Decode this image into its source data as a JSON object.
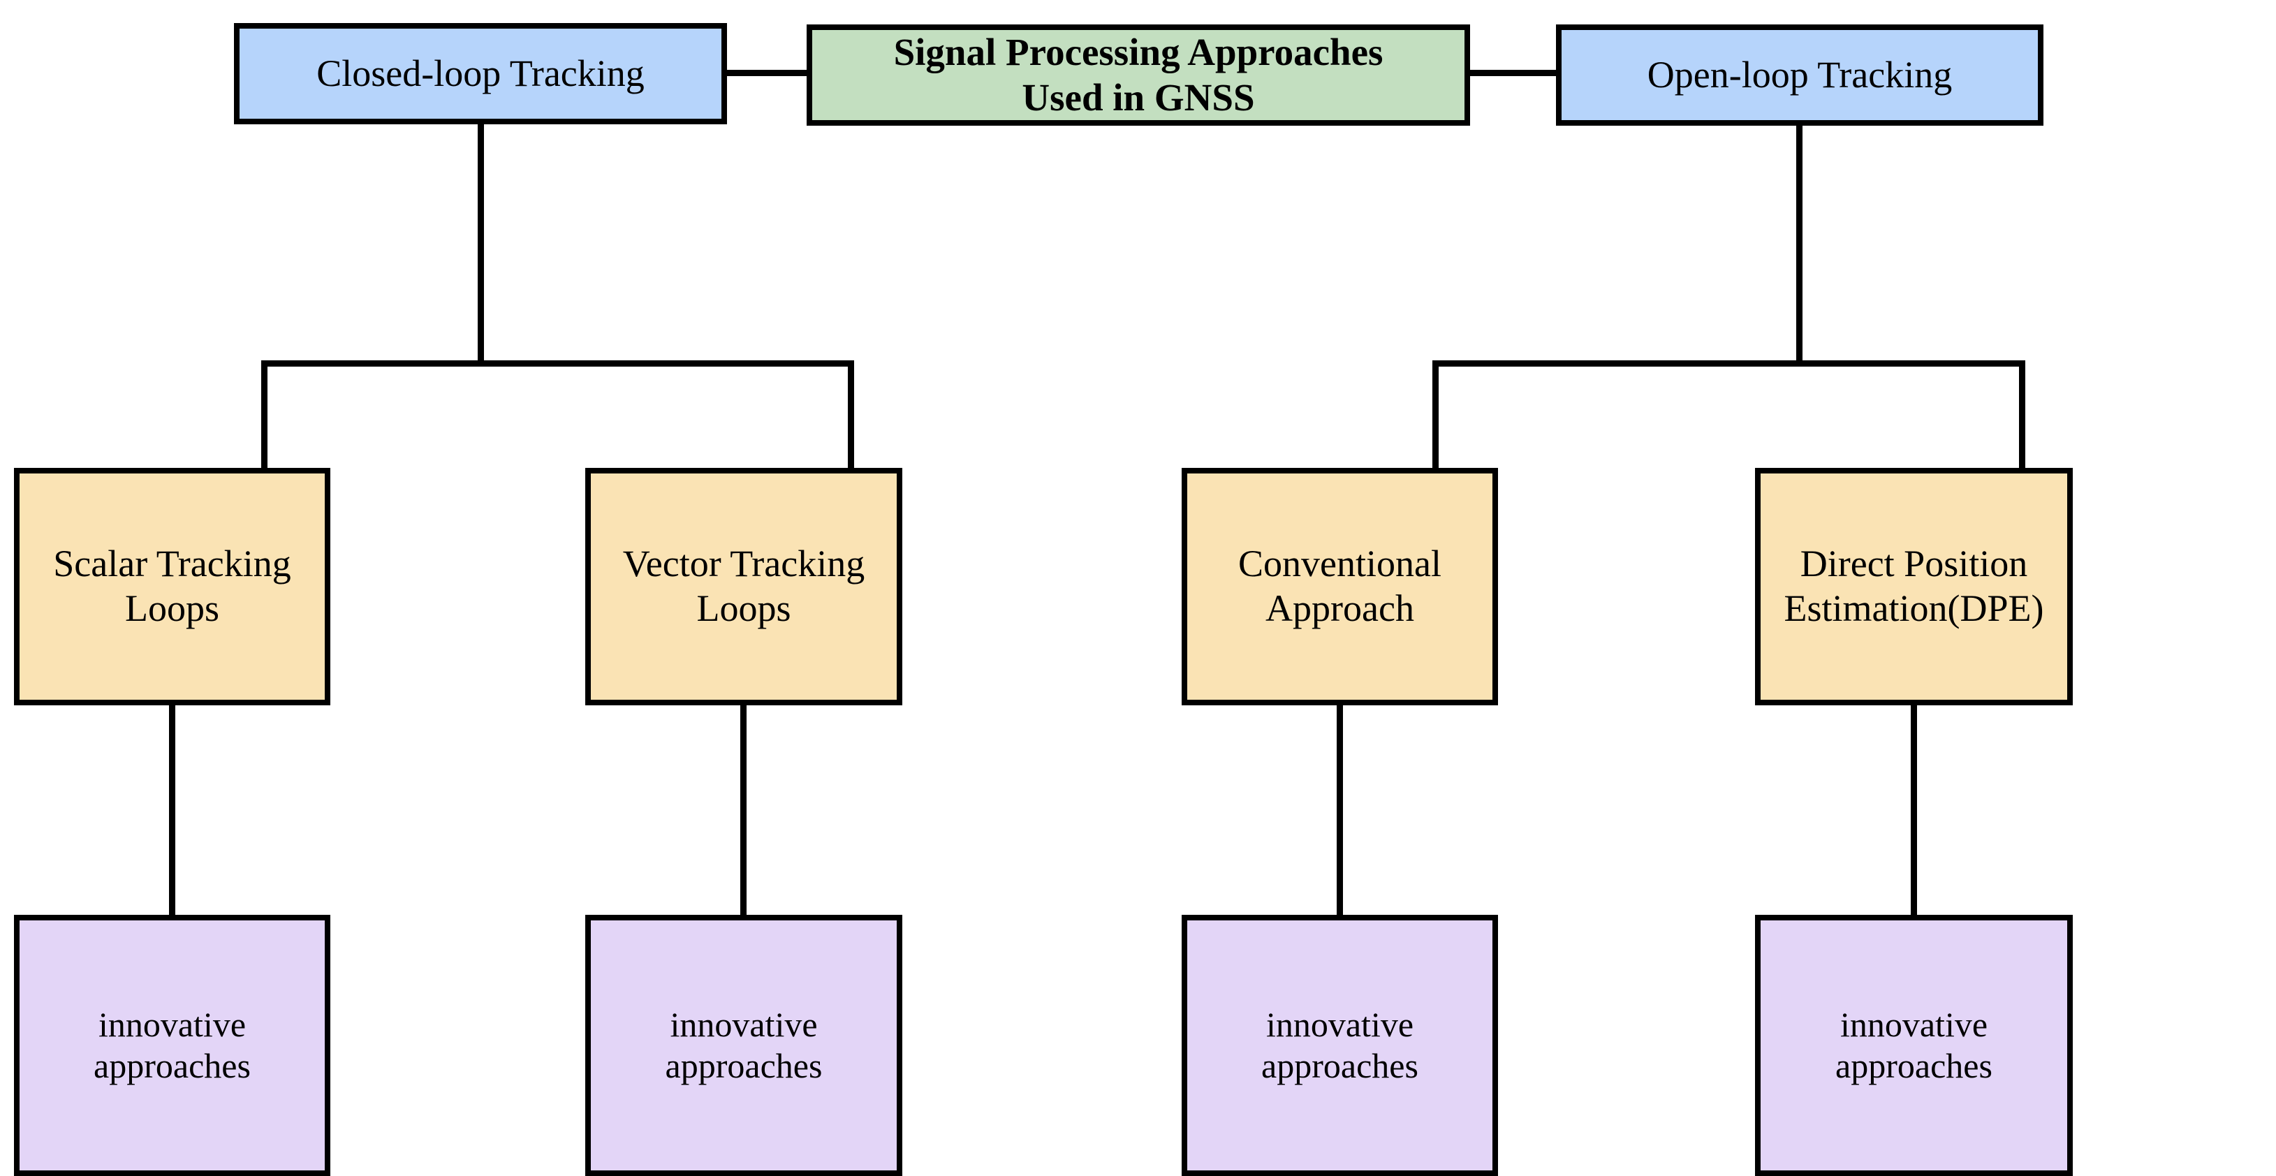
{
  "diagram": {
    "title": "Signal Processing Approaches Used in GNSS",
    "type": "tree-hierarchy",
    "background_color": "#ffffff",
    "edge_color": "#000000",
    "palette": {
      "root_green": "#c3dfc0",
      "branch_blue": "#b6d4fb",
      "method_tan": "#fae3b4",
      "leaf_purple": "#e3d5f7",
      "border_black": "#000000"
    }
  },
  "nodes": {
    "root": {
      "label": "Signal Processing Approaches\nUsed in GNSS",
      "color": "#c3dfc0"
    },
    "branch_left": {
      "label": "Closed-loop Tracking",
      "color": "#b6d4fb"
    },
    "branch_right": {
      "label": "Open-loop  Tracking",
      "color": "#b6d4fb"
    },
    "methods": [
      {
        "label": "Scalar Tracking Loops",
        "color": "#fae3b4"
      },
      {
        "label": "Vector Tracking Loops",
        "color": "#fae3b4"
      },
      {
        "label": "Conventional Approach",
        "color": "#fae3b4"
      },
      {
        "label": "Direct Position\nEstimation(DPE)",
        "color": "#fae3b4"
      }
    ],
    "leaves": [
      {
        "label": "innovative approaches",
        "color": "#e3d5f7"
      },
      {
        "label": "innovative approaches",
        "color": "#e3d5f7"
      },
      {
        "label": "innovative approaches",
        "color": "#e3d5f7"
      },
      {
        "label": "innovative approaches",
        "color": "#e3d5f7"
      }
    ]
  }
}
